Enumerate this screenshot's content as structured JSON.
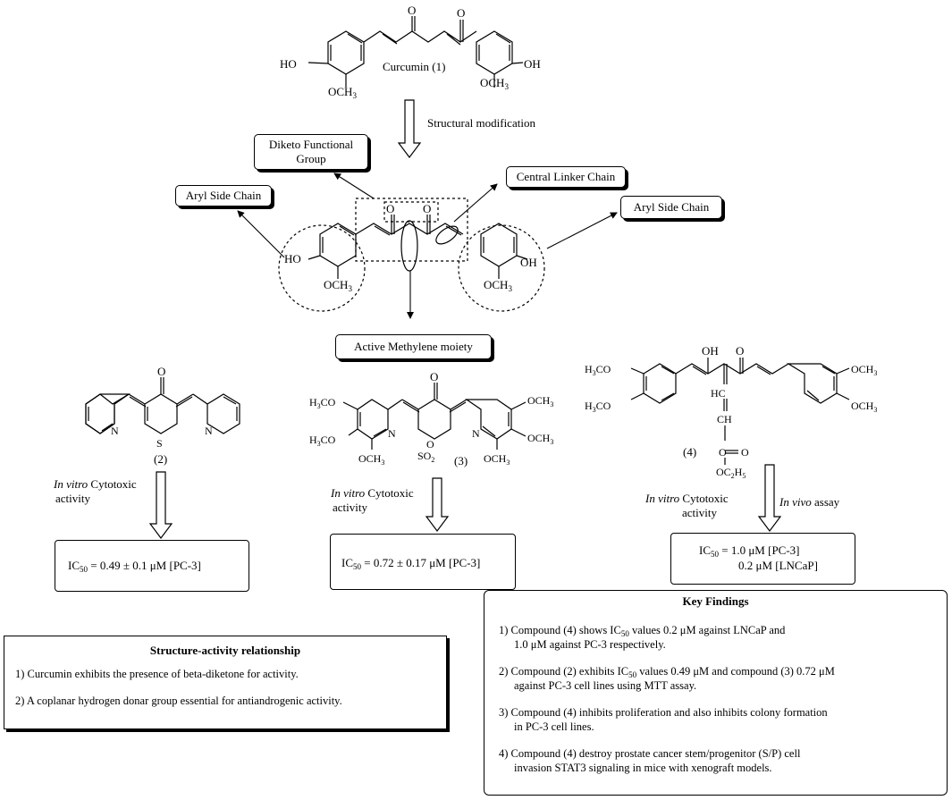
{
  "structures": {
    "curcumin": {
      "label": "Curcumin (1)",
      "ho_left": "HO",
      "oh_right": "OH",
      "och3": "OCH",
      "sub3": "3",
      "o": "O"
    },
    "cmpd2": {
      "label": "(2)",
      "o": "O",
      "s": "S",
      "n": "N"
    },
    "cmpd3": {
      "label": "(3)",
      "h3co": "H",
      "sub3": "3",
      "co": "CO",
      "och3": "OCH",
      "o": "O",
      "so2": "SO",
      "sub2": "2",
      "n": "N"
    },
    "cmpd4": {
      "label": "(4)",
      "oh": "OH",
      "o": "O",
      "h3co": "H",
      "sub3": "3",
      "co": "CO",
      "och3": "OCH",
      "hc": "HC",
      "ch": "CH",
      "oc2h5": "OC",
      "sub2": "2",
      "h5": "H",
      "sub5": "5"
    }
  },
  "arrows": {
    "structural_modification": "Structural modification"
  },
  "regions": {
    "diketo": {
      "line1": "Diketo Functional",
      "line2": "Group"
    },
    "central_linker": "Central Linker Chain",
    "aryl_left": "Aryl Side Chain",
    "aryl_right": "Aryl Side Chain",
    "active_methylene": "Active Methylene moiety"
  },
  "assays": {
    "c2": {
      "italic": "In vitro",
      "rest": " Cytotoxic",
      "line2": "activity"
    },
    "c3": {
      "italic": "In vitro",
      "rest": " Cytotoxic",
      "line2": "activity"
    },
    "c4a": {
      "italic": "In vitro",
      "rest": " Cytotoxic",
      "line2": "activity"
    },
    "c4b": {
      "italic": "In vivo",
      "rest": " assay"
    }
  },
  "results": {
    "c2": {
      "ic": "IC",
      "sub": "50",
      "value": " = 0.49 ± 0.1 μM [PC-3]"
    },
    "c3": {
      "ic": "IC",
      "sub": "50",
      "value": " = 0.72 ± 0.17 μM [PC-3]"
    },
    "c4": {
      "ic": "IC",
      "sub": "50",
      "value": " = 1.0 μM [PC-3]",
      "line2": "0.2 μM [LNCaP]"
    }
  },
  "sar": {
    "title": "Structure-activity relationship",
    "items": [
      "1) Curcumin exhibits the presence of beta-diketone for activity.",
      "2) A coplanar hydrogen donar group essential for antiandrogenic activity."
    ]
  },
  "key_findings": {
    "title": "Key Findings",
    "item1": {
      "a": "1) Compound (4) shows IC",
      "sub": "50",
      "b": " values 0.2 μM against LNCaP and",
      "c": "1.0 μM against PC-3 respectively."
    },
    "item2": {
      "a": "2) Compound (2) exhibits IC",
      "sub": "50",
      "b": " values 0.49 μM and compound (3) 0.72 μM",
      "c": "against PC-3 cell lines using MTT assay."
    },
    "item3": {
      "a": "3) Compound (4) inhibits proliferation and also inhibits colony formation",
      "c": "in PC-3 cell lines."
    },
    "item4": {
      "a": "4) Compound (4) destroy prostate cancer stem/progenitor (S/P) cell",
      "c": "invasion STAT3 signaling in mice with xenograft models."
    }
  }
}
